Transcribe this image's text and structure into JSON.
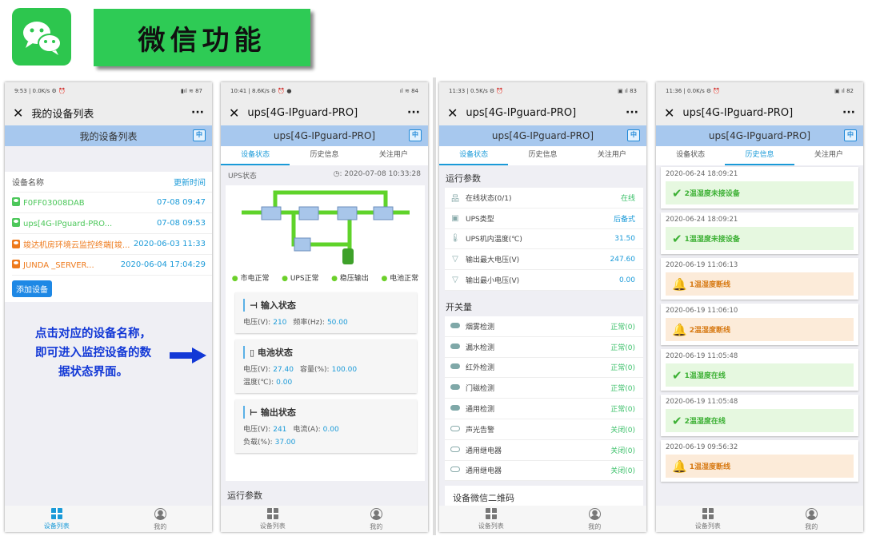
{
  "header": {
    "title": "微信功能",
    "logo": "wechat-logo"
  },
  "annotation": {
    "lines": [
      "点击对应的设备名称，",
      "即可进入监控设备的数",
      "据状态界面。"
    ],
    "arrow": "arrow-right-icon"
  },
  "nav": {
    "devices": "设备列表",
    "mine": "我的"
  },
  "tabs": [
    "设备状态",
    "历史信息",
    "关注用户"
  ],
  "phone1": {
    "status": {
      "time": "9:53 | 0.0K/s ⚙ ⏰",
      "right": "▮ıl ≋ 87"
    },
    "title": "我的设备列表",
    "header": "我的设备列表",
    "col_name": "设备名称",
    "col_time": "更新时间",
    "devices": [
      {
        "name": "F0FF03008DAB",
        "time": "07-08 09:47",
        "color": "#4cc75a"
      },
      {
        "name": "ups[4G-IPguard-PRO...",
        "time": "07-08 09:53",
        "color": "#4cc75a"
      },
      {
        "name": "竣达机房环境云监控终端[竣...",
        "time": "2020-06-03 11:33",
        "color": "#ee7a1c"
      },
      {
        "name": "JUNDA _SERVER...",
        "time": "2020-06-04 17:04:29",
        "color": "#ee7a1c"
      }
    ],
    "add_button": "添加设备"
  },
  "phone2": {
    "status": {
      "time": "10:41 | 8.6K/s ⚙ ⏰ ●",
      "right": "ıl ≋ 84"
    },
    "title": "ups[4G-IPguard-PRO]",
    "header": "ups[4G-IPguard-PRO]",
    "ups_label": "UPS状态",
    "timestamp": "2020-07-08 10:33:28",
    "legend": [
      "市电正常",
      "UPS正常",
      "稳压输出",
      "电池正常"
    ],
    "input": {
      "title": "输入状态",
      "voltage_label": "电压(V):",
      "voltage": "210",
      "freq_label": "频率(Hz):",
      "freq": "50.00"
    },
    "battery": {
      "title": "电池状态",
      "voltage_label": "电压(V):",
      "voltage": "27.40",
      "capacity_label": "容量(%):",
      "capacity": "100.00",
      "temp_label": "温度(℃):",
      "temp": "0.00"
    },
    "output": {
      "title": "输出状态",
      "voltage_label": "电压(V):",
      "voltage": "241",
      "current_label": "电流(A):",
      "current": "0.00",
      "load_label": "负载(%):",
      "load": "37.00"
    },
    "run_params": "运行参数"
  },
  "phone3": {
    "status": {
      "time": "11:33 | 0.5K/s ⚙ ⏰",
      "right": "▣ ıl 83"
    },
    "title": "ups[4G-IPguard-PRO]",
    "header": "ups[4G-IPguard-PRO]",
    "run_params": "运行参数",
    "params": [
      {
        "label": "在线状态(0/1)",
        "value": "在线",
        "color": "#3cc06a",
        "icon": "network-icon",
        "glyph": "品"
      },
      {
        "label": "UPS类型",
        "value": "后备式",
        "color": "#1a9ad8",
        "icon": "ups-icon",
        "glyph": "▣"
      },
      {
        "label": "UPS机内温度(℃)",
        "value": "31.50",
        "color": "#1a9ad8",
        "icon": "thermometer-icon",
        "glyph": "🌡"
      },
      {
        "label": "输出最大电压(V)",
        "value": "247.60",
        "color": "#1a9ad8",
        "icon": "voltage-icon",
        "glyph": "▽"
      },
      {
        "label": "输出最小电压(V)",
        "value": "0.00",
        "color": "#1a9ad8",
        "icon": "voltage-icon",
        "glyph": "▽"
      }
    ],
    "switch_title": "开关量",
    "switches": [
      {
        "label": "烟雾检测",
        "value": "正常(0)",
        "on": true
      },
      {
        "label": "漏水检测",
        "value": "正常(0)",
        "on": true
      },
      {
        "label": "红外检测",
        "value": "正常(0)",
        "on": true
      },
      {
        "label": "门磁检测",
        "value": "正常(0)",
        "on": true
      },
      {
        "label": "通用检测",
        "value": "正常(0)",
        "on": true
      },
      {
        "label": "声光告警",
        "value": "关闭(0)",
        "on": false
      },
      {
        "label": "通用继电器",
        "value": "关闭(0)",
        "on": false
      },
      {
        "label": "通用继电器",
        "value": "关闭(0)",
        "on": false
      }
    ],
    "qr": "设备微信二维码"
  },
  "phone4": {
    "status": {
      "time": "11:36 | 0.0K/s ⚙ ⏰",
      "right": "▣ ıl 82"
    },
    "title": "ups[4G-IPguard-PRO]",
    "header": "ups[4G-IPguard-PRO]",
    "history": [
      {
        "time": "2020-06-24 18:09:21",
        "msg": "2温湿度未接设备",
        "type": "ok"
      },
      {
        "time": "2020-06-24 18:09:21",
        "msg": "1温湿度未接设备",
        "type": "ok"
      },
      {
        "time": "2020-06-19 11:06:13",
        "msg": "1温湿度断线",
        "type": "warn"
      },
      {
        "time": "2020-06-19 11:06:10",
        "msg": "2温湿度断线",
        "type": "warn"
      },
      {
        "time": "2020-06-19 11:05:48",
        "msg": "1温湿度在线",
        "type": "ok"
      },
      {
        "time": "2020-06-19 11:05:48",
        "msg": "2温湿度在线",
        "type": "ok"
      },
      {
        "time": "2020-06-19 09:56:32",
        "msg": "1温湿度断线",
        "type": "warn"
      }
    ]
  },
  "colors": {
    "accent": "#1a9ad8",
    "header_blue": "#a7c8ee",
    "ok": "#3cb034",
    "warn": "#d77a14",
    "brand_green": "#2ecb55"
  }
}
